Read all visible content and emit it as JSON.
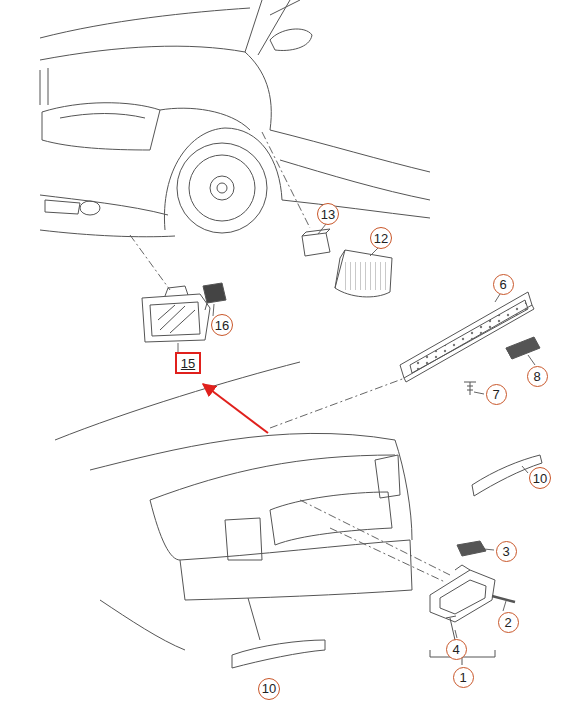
{
  "diagram": {
    "labels": [
      "13",
      "12",
      "6",
      "16",
      "15",
      "8",
      "7",
      "10",
      "3",
      "2",
      "4",
      "1",
      "10"
    ]
  }
}
